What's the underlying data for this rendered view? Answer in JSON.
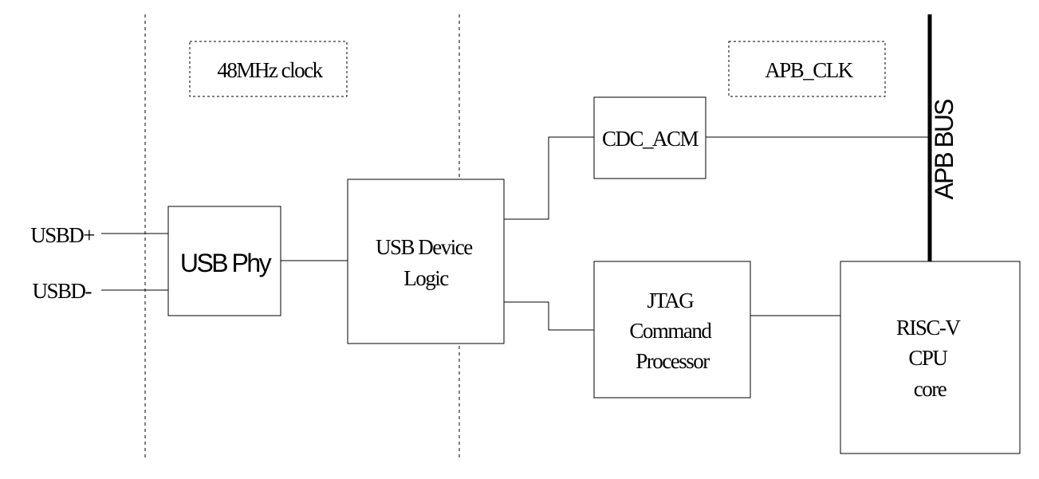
{
  "clock_domains": {
    "usb_clock": "48MHz clock",
    "apb_clock": "APB_CLK"
  },
  "pins": {
    "dp": "USBD+",
    "dm": "USBD-"
  },
  "blocks": {
    "usb_phy": "USB Phy",
    "usb_device_logic": [
      "USB Device",
      "Logic"
    ],
    "cdc_acm": "CDC_ACM",
    "jtag": [
      "JTAG",
      "Command",
      "Processor"
    ],
    "cpu": [
      "RISC-V",
      "CPU",
      "core"
    ]
  },
  "bus": {
    "label": "APB BUS"
  }
}
